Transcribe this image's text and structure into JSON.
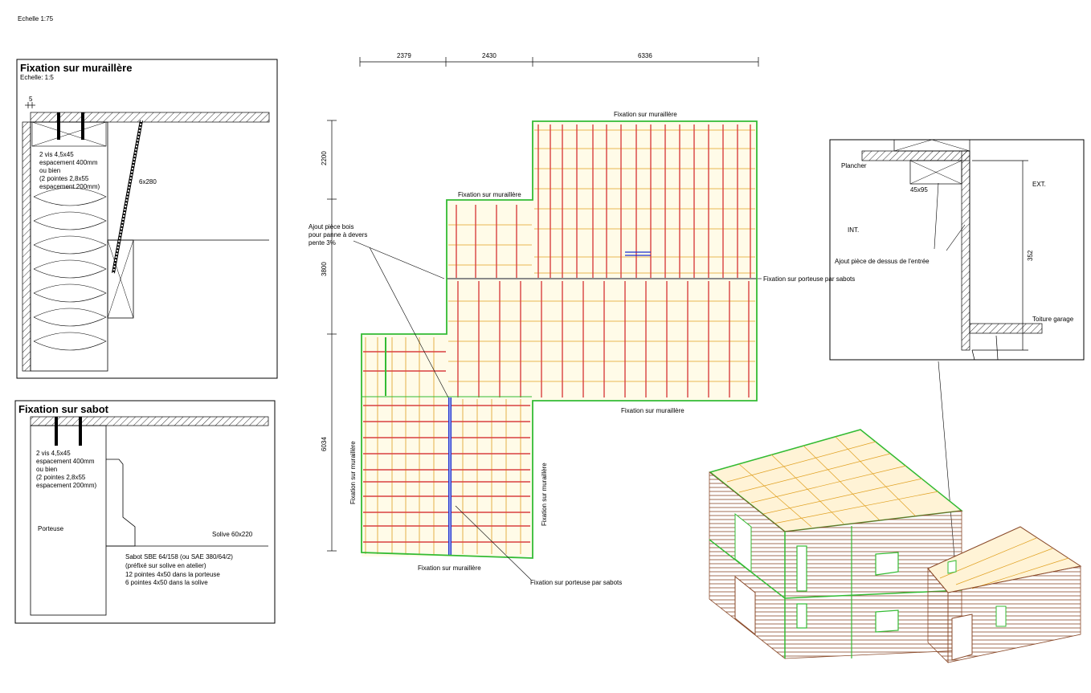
{
  "page": {
    "scale_label": "Echelle   1:75"
  },
  "detail_muraillere": {
    "title": "Fixation sur muraillère",
    "scale": "Echelle: 1:5",
    "dim_small": "5",
    "screws": [
      "2 vis 4,5x45",
      "espacement 400mm",
      "ou bien",
      "(2 pointes 2,8x55",
      "espacement 200mm)"
    ],
    "rod": "6x280"
  },
  "detail_sabot": {
    "title": "Fixation sur sabot",
    "screws": [
      "2 vis 4,5x45",
      "espacement 400mm",
      "ou bien",
      "(2 pointes 2,8x55",
      "espacement 200mm)"
    ],
    "porteuse": "Porteuse",
    "solive": "Solive 60x220",
    "sabot": [
      "Sabot SBE 64/158 (ou SAE 380/64/2)",
      "(préfixé sur solive en atelier)",
      "12 pointes 4x50 dans la porteuse",
      "6 pointes 4x50 dans la solive"
    ]
  },
  "plan": {
    "dims_top": [
      "2379",
      "2430",
      "6336"
    ],
    "dims_left": [
      "2200",
      "3800",
      "6034"
    ],
    "labels": {
      "muraillere_top": "Fixation sur muraillère",
      "muraillere_mid": "Fixation sur muraillère",
      "muraillere_bottom_right": "Fixation sur muraillère",
      "muraillere_bottom": "Fixation sur muraillère",
      "muraillere_left": "Fixation sur muraillère",
      "muraillere_right": "Fixation sur muraillère",
      "porteuse_right": "Fixation sur porteuse par sabots",
      "porteuse_bottom": "Fixation sur porteuse par sabots",
      "ajout": [
        "Ajout pièce bois",
        "pour panne à devers",
        "pente 3%"
      ]
    }
  },
  "section": {
    "plancher": "Plancher",
    "beam": "45x95",
    "ext": "EXT.",
    "int": "INT.",
    "ajout": "Ajout pièce de dessus de l'entrée",
    "dim": "352",
    "toiture": "Toiture garage"
  },
  "colors": {
    "joist": "#d94040",
    "batten": "#e0a020",
    "wall": "#33bb33",
    "porteuse": "#1a2fd0"
  }
}
